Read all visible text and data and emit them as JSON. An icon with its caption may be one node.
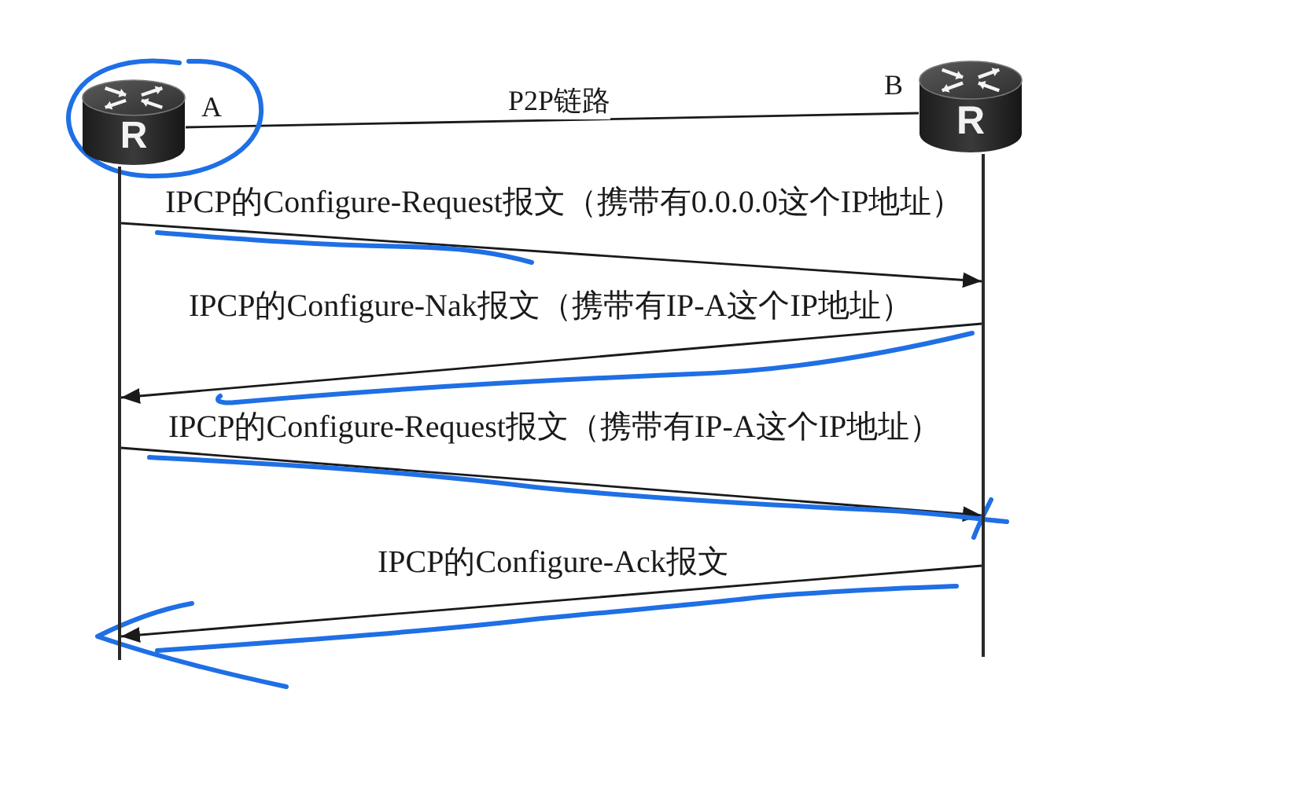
{
  "diagram": {
    "nodes": [
      {
        "text": [
          "R"
        ],
        "beside": [
          "A"
        ]
      },
      {
        "text": [
          "R"
        ],
        "beside": [
          "B"
        ]
      },
      {
        "text": [],
        "shape": "line"
      },
      {
        "text": [],
        "shape": "line"
      }
    ],
    "edges": [
      {
        "from": 0,
        "to": 1,
        "arrow": "none",
        "label": "P2P链路"
      },
      {
        "from": 2,
        "to": 3,
        "arrow": "to",
        "label": "IPCP的Configure-Request报文（携带有0.0.0.0这个IP地址）"
      },
      {
        "from": 3,
        "to": 2,
        "arrow": "to",
        "label": "IPCP的Configure-Nak报文（携带有IP-A这个IP地址）"
      },
      {
        "from": 2,
        "to": 3,
        "arrow": "to",
        "label": "IPCP的Configure-Request报文（携带有IP-A这个IP地址）"
      },
      {
        "from": 3,
        "to": 2,
        "arrow": "to",
        "label": "IPCP的Configure-Ack报文"
      }
    ]
  }
}
